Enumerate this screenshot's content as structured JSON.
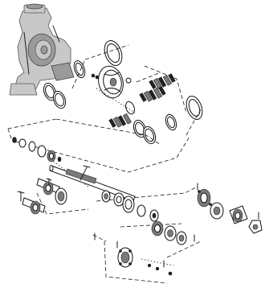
{
  "diagram": {
    "style": "exploded parts view (line drawing)",
    "colors": {
      "line": "#1a1a1a",
      "casing_fill": "#c8c8c8",
      "casing_shadow": "#9a9a9a",
      "part_dark": "#222222",
      "part_grey": "#7a7a7a",
      "background": "#ffffff"
    },
    "components": [
      "pump-casing",
      "casing-gasket",
      "wear-rings",
      "impeller",
      "stuffing-box-cover",
      "seal-stack",
      "shaft",
      "bearings",
      "bearing-housing",
      "coupling-parts"
    ]
  }
}
